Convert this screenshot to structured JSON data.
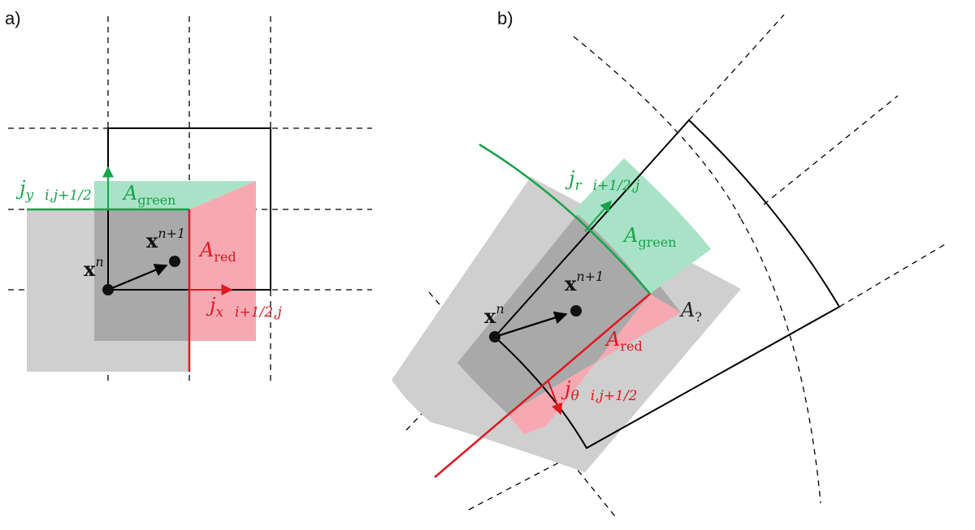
{
  "panels": {
    "a": {
      "label": "a)",
      "flux_y": {
        "symbol": "j",
        "subscript": "y",
        "index": "i,j+1/2"
      },
      "flux_x": {
        "symbol": "j",
        "subscript": "x",
        "index": "i+1/2,j"
      },
      "area_green": {
        "symbol": "A",
        "subscript": "green"
      },
      "area_red": {
        "symbol": "A",
        "subscript": "red"
      },
      "pos_old": {
        "symbol": "x",
        "superscript": "n"
      },
      "pos_new": {
        "symbol": "x",
        "superscript": "n+1"
      }
    },
    "b": {
      "label": "b)",
      "flux_r": {
        "symbol": "j",
        "subscript": "r",
        "index": "i+1/2,j"
      },
      "flux_theta": {
        "symbol": "j",
        "subscript": "θ",
        "index": "i,j+1/2"
      },
      "area_green": {
        "symbol": "A",
        "subscript": "green"
      },
      "area_red": {
        "symbol": "A",
        "subscript": "red"
      },
      "area_unknown": {
        "symbol": "A",
        "subscript": "?"
      },
      "pos_old": {
        "symbol": "x",
        "superscript": "n"
      },
      "pos_new": {
        "symbol": "x",
        "superscript": "n+1"
      }
    }
  },
  "colors": {
    "green": "#17a34a",
    "red": "#e0181f",
    "green_fill": "#a9e3c7",
    "red_fill": "#f7a9b3",
    "gray_light": "#cfcfcf",
    "gray_dark": "#a9a9a9"
  }
}
